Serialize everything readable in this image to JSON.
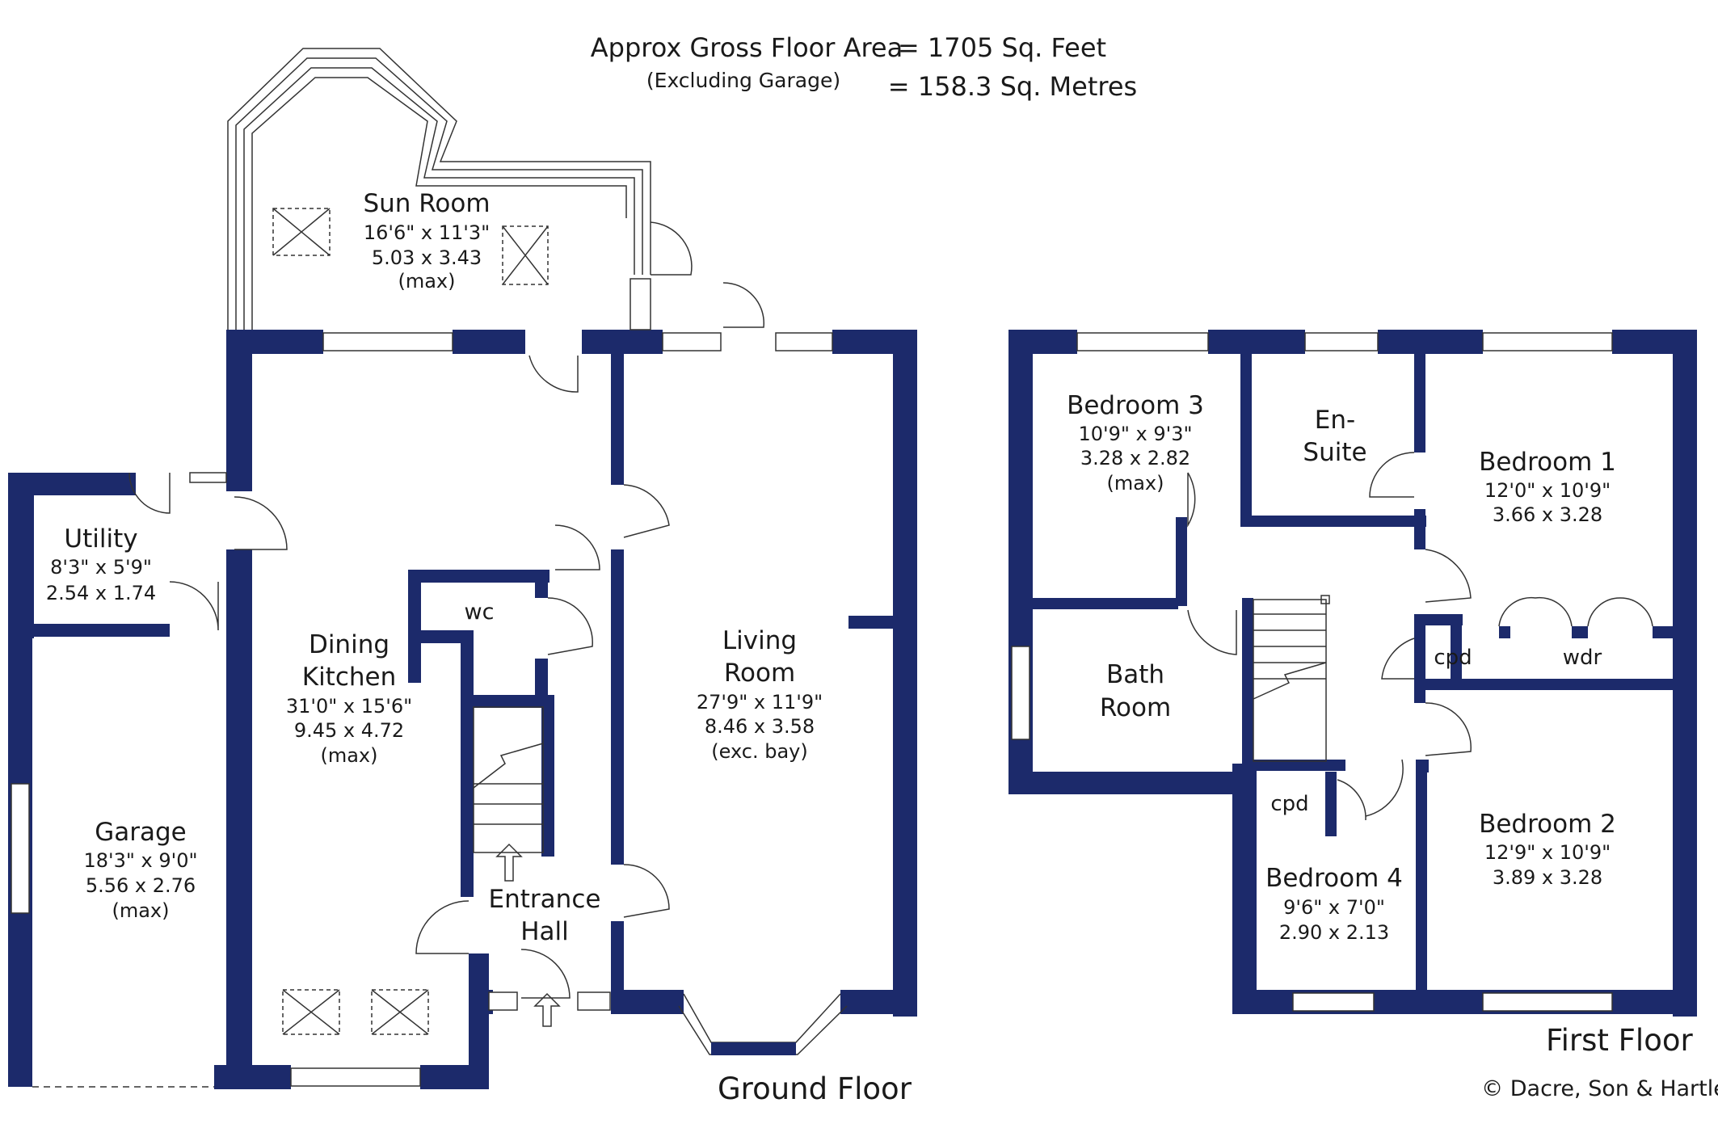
{
  "header": {
    "area_label": "Approx Gross Floor Area",
    "area_sqft": "=  1705  Sq. Feet",
    "excluding": "(Excluding Garage)",
    "area_sqm": "=  158.3  Sq. Metres"
  },
  "floors": {
    "ground": "Ground Floor",
    "first": "First Floor"
  },
  "copyright": "© Dacre, Son & Hartley",
  "rooms": {
    "sun_room": {
      "name": "Sun Room",
      "imperial": "16'6\"  x  11'3\"",
      "metric": "5.03  x  3.43",
      "note": "(max)"
    },
    "utility": {
      "name": "Utility",
      "imperial": "8'3\"  x  5'9\"",
      "metric": "2.54  x  1.74"
    },
    "wc": {
      "name": "wc"
    },
    "dining_kitchen": {
      "name1": "Dining",
      "name2": "Kitchen",
      "imperial": "31'0\"  x  15'6\"",
      "metric": "9.45  x  4.72",
      "note": "(max)"
    },
    "living_room": {
      "name1": "Living",
      "name2": "Room",
      "imperial": "27'9\"  x  11'9\"",
      "metric": "8.46  x  3.58",
      "note": "(exc. bay)"
    },
    "garage": {
      "name": "Garage",
      "imperial": "18'3\"  x  9'0\"",
      "metric": "5.56  x  2.76",
      "note": "(max)"
    },
    "entrance_hall": {
      "name1": "Entrance",
      "name2": "Hall"
    },
    "bedroom3": {
      "name": "Bedroom 3",
      "imperial": "10'9\"  x  9'3\"",
      "metric": "3.28  x  2.82",
      "note": "(max)"
    },
    "en_suite": {
      "name1": "En-",
      "name2": "Suite"
    },
    "bedroom1": {
      "name": "Bedroom 1",
      "imperial": "12'0\"  x  10'9\"",
      "metric": "3.66  x  3.28"
    },
    "bath_room": {
      "name1": "Bath",
      "name2": "Room"
    },
    "cpd_top": {
      "name": "cpd"
    },
    "wdr": {
      "name": "wdr"
    },
    "cpd_bottom": {
      "name": "cpd"
    },
    "bedroom4": {
      "name": "Bedroom 4",
      "imperial": "9'6\"  x  7'0\"",
      "metric": "2.90  x  2.13"
    },
    "bedroom2": {
      "name": "Bedroom 2",
      "imperial": "12'9\"  x  10'9\"",
      "metric": "3.89  x  3.28"
    }
  },
  "colors": {
    "wall": "#1c2a6b"
  }
}
